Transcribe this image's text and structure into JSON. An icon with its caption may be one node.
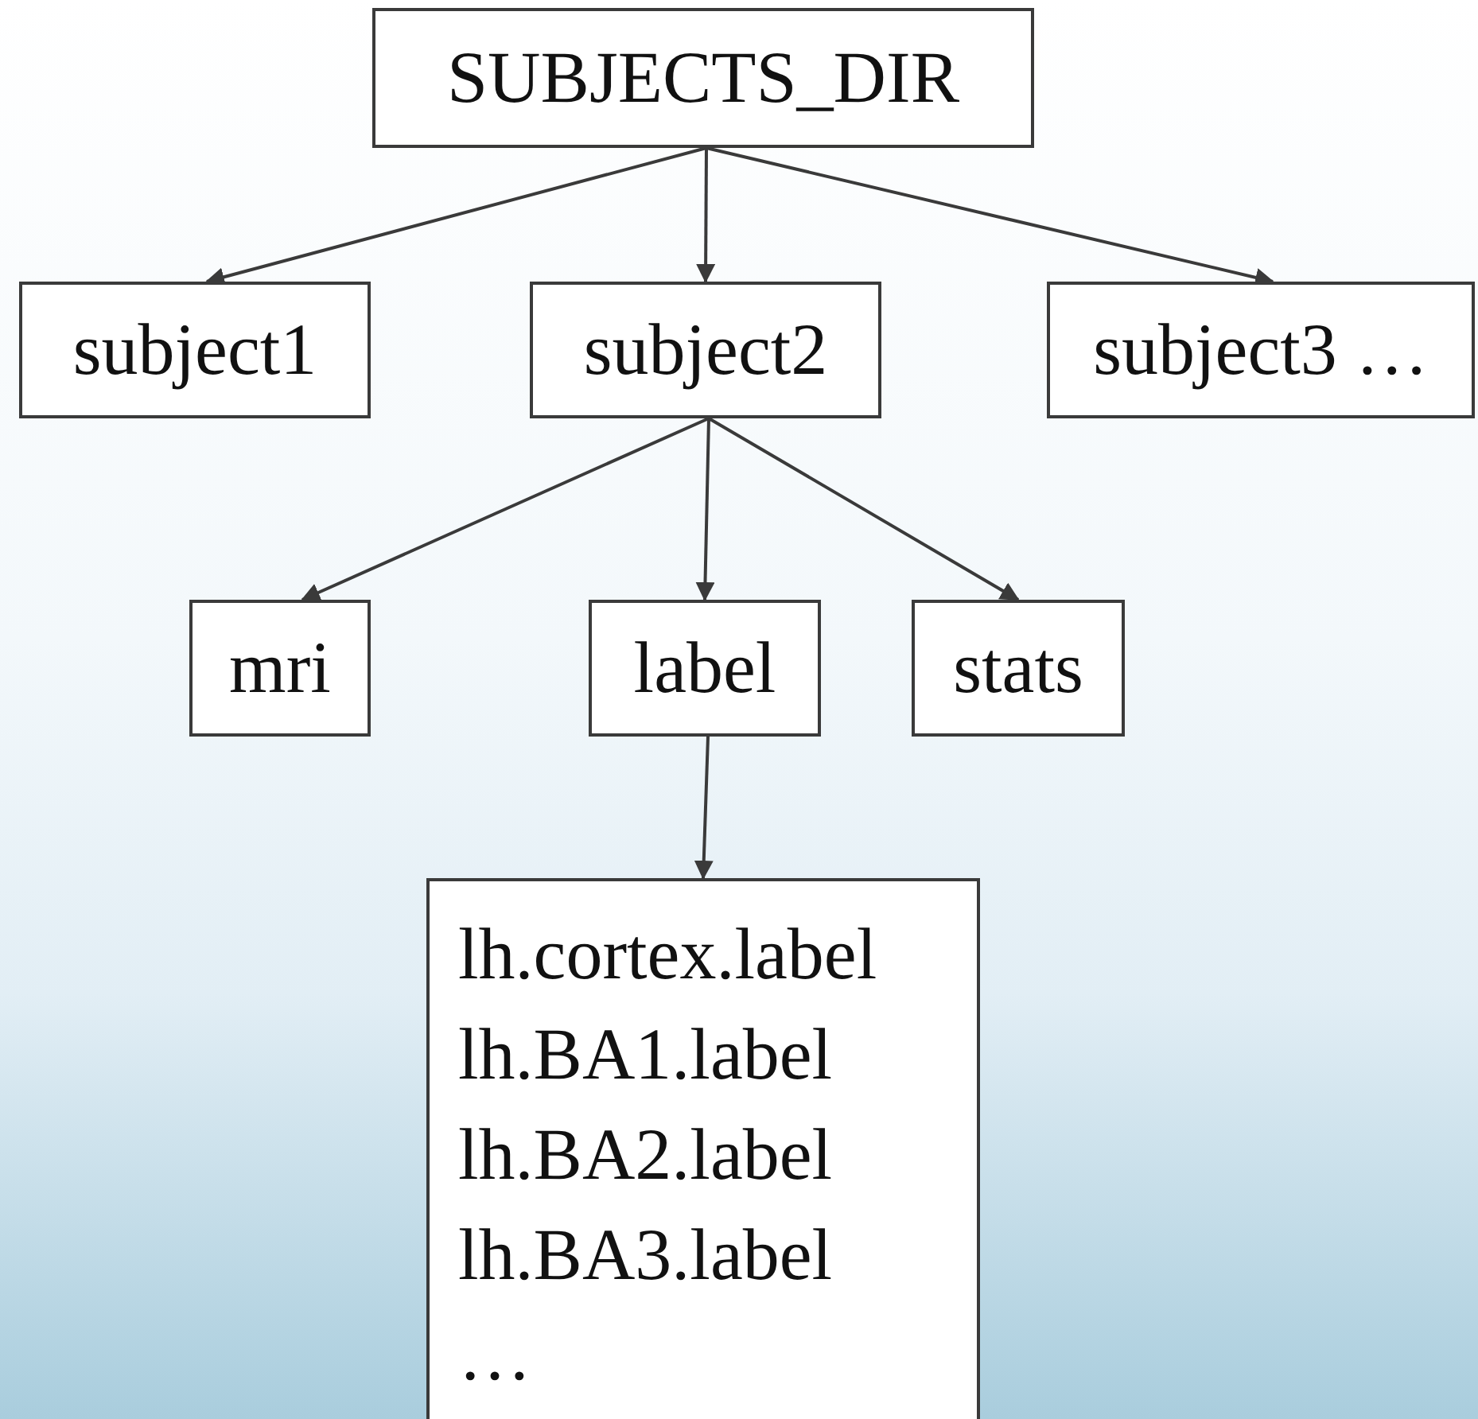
{
  "diagram": {
    "nodes": [
      {
        "text": [
          "SUBJECTS_DIR"
        ]
      },
      {
        "text": [
          "subject1"
        ]
      },
      {
        "text": [
          "subject2"
        ]
      },
      {
        "text": [
          "subject3 …"
        ]
      },
      {
        "text": [
          "mri"
        ]
      },
      {
        "text": [
          "label"
        ]
      },
      {
        "text": [
          "stats"
        ]
      },
      {
        "text": [
          "lh.cortex.label",
          "lh.BA1.label",
          "lh.BA2.label",
          "lh.BA3.label",
          "…"
        ]
      }
    ],
    "edges": [
      {
        "from": 0,
        "to": 1,
        "arrow": "to"
      },
      {
        "from": 0,
        "to": 2,
        "arrow": "to"
      },
      {
        "from": 0,
        "to": 3,
        "arrow": "to"
      },
      {
        "from": 2,
        "to": 4,
        "arrow": "to"
      },
      {
        "from": 2,
        "to": 5,
        "arrow": "to"
      },
      {
        "from": 2,
        "to": 6,
        "arrow": "to"
      },
      {
        "from": 5,
        "to": 7,
        "arrow": "to"
      }
    ]
  }
}
